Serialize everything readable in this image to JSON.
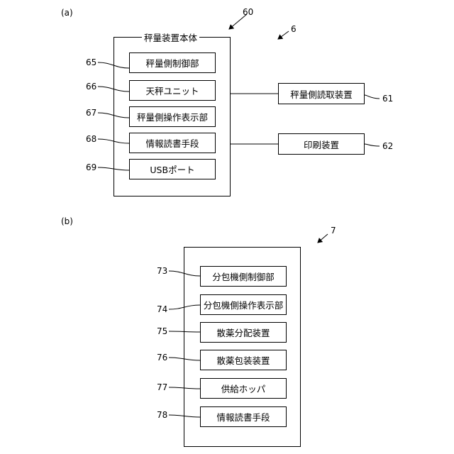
{
  "panel_a": {
    "label": "(a)",
    "group_ref": "60",
    "system_ref": "6",
    "main_title": "秤量装置本体",
    "items": [
      {
        "ref": "65",
        "label": "秤量側制御部"
      },
      {
        "ref": "66",
        "label": "天秤ユニット"
      },
      {
        "ref": "67",
        "label": "秤量側操作表示部"
      },
      {
        "ref": "68",
        "label": "情報読書手段"
      },
      {
        "ref": "69",
        "label": "USBポート"
      }
    ],
    "external": [
      {
        "ref": "61",
        "label": "秤量側読取装置"
      },
      {
        "ref": "62",
        "label": "印刷装置"
      }
    ]
  },
  "panel_b": {
    "label": "(b)",
    "system_ref": "7",
    "items": [
      {
        "ref": "73",
        "label": "分包機側制御部"
      },
      {
        "ref": "74",
        "label": "分包機側操作表示部"
      },
      {
        "ref": "75",
        "label": "散薬分配装置"
      },
      {
        "ref": "76",
        "label": "散薬包装装置"
      },
      {
        "ref": "77",
        "label": "供給ホッパ"
      },
      {
        "ref": "78",
        "label": "情報読書手段"
      }
    ]
  }
}
